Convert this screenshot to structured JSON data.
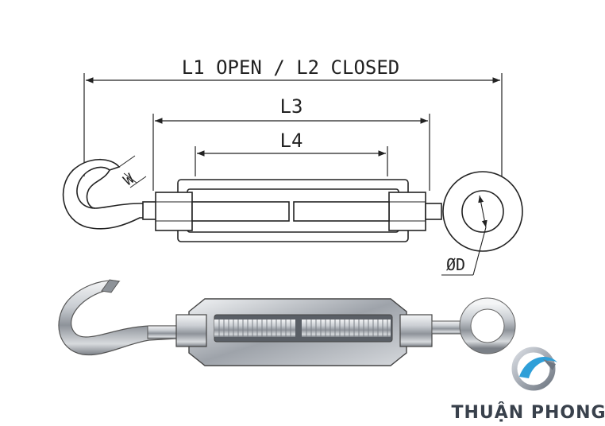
{
  "labels": {
    "overall": "L1 OPEN / L2 CLOSED",
    "body_outer": "L3",
    "body_inner": "L4",
    "hook_width": "W",
    "eye_diameter": "ØD"
  },
  "brand": {
    "name": "THUẬN PHONG"
  },
  "colors": {
    "line": "#222222",
    "metal_light": "#eef0f2",
    "metal_mid": "#b9bdc2",
    "metal_dark": "#6c7178",
    "brand_text": "#39414c",
    "logo_blue": "#2f9fd8"
  }
}
